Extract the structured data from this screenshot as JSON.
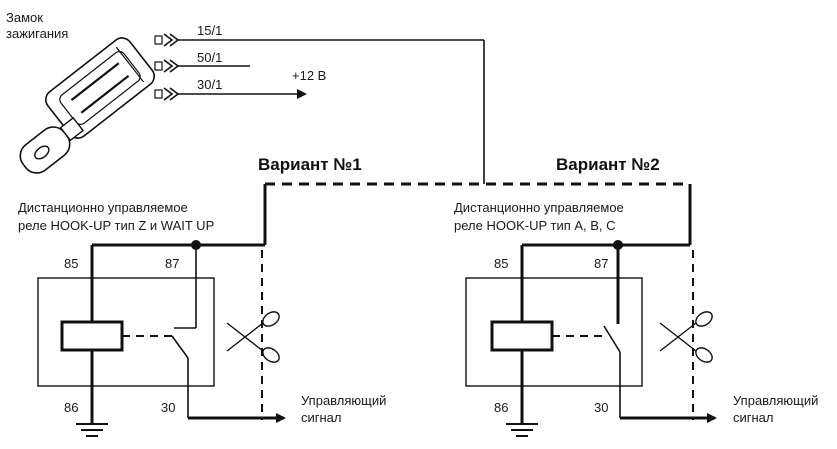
{
  "ignition": {
    "label_line1": "Замок",
    "label_line2": "зажигания",
    "terminal_15": "15/1",
    "terminal_50": "50/1",
    "terminal_30": "30/1",
    "power_label": "+12 В"
  },
  "variant1": {
    "title": "Вариант №1",
    "relay_line1": "Дистанционно управляемое",
    "relay_line2": "реле HOOK-UP тип Z и WAIT UP",
    "pin_85": "85",
    "pin_87": "87",
    "pin_86": "86",
    "pin_30": "30",
    "output_line1": "Управляющий",
    "output_line2": "сигнал"
  },
  "variant2": {
    "title": "Вариант №2",
    "relay_line1": "Дистанционно управляемое",
    "relay_line2": "реле HOOK-UP тип A, B, C",
    "pin_85": "85",
    "pin_87": "87",
    "pin_86": "86",
    "pin_30": "30",
    "output_line1": "Управляющий",
    "output_line2": "сигнал"
  },
  "icons": {
    "cut": "scissors-icon",
    "ground": "ground-icon",
    "key": "ignition-key-icon"
  },
  "colors": {
    "ink": "#111111"
  }
}
